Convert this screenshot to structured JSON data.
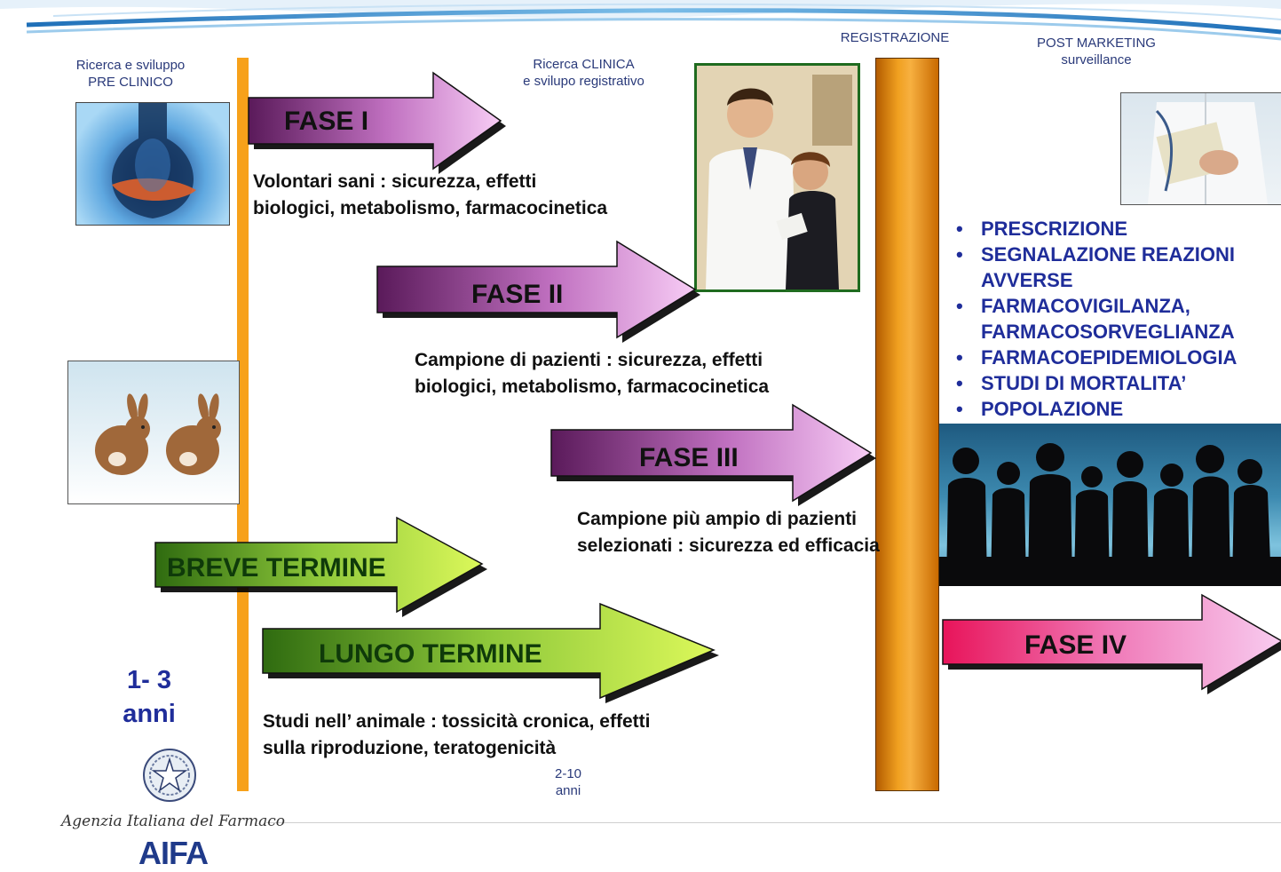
{
  "header": {
    "registrazione": "REGISTRAZIONE",
    "post_marketing": "POST MARKETING",
    "surveillance": "surveillance",
    "preclinico_line1": "Ricerca e sviluppo",
    "preclinico_line2": "PRE CLINICO",
    "clinica_line1": "Ricerca CLINICA",
    "clinica_line2": "e svilupo registrativo"
  },
  "phases": {
    "fase1": {
      "label": "FASE I",
      "desc_line1": "Volontari sani : sicurezza, effetti",
      "desc_line2": "biologici, metabolismo, farmacocinetica"
    },
    "fase2": {
      "label": "FASE II",
      "desc_line1": "Campione di pazienti : sicurezza, effetti",
      "desc_line2": "biologici, metabolismo, farmacocinetica"
    },
    "fase3": {
      "label": "FASE III",
      "desc_line1": "Campione  più ampio di pazienti",
      "desc_line2": "selezionati : sicurezza ed efficacia"
    },
    "fase4": {
      "label": "FASE IV"
    }
  },
  "preclinical": {
    "breve": {
      "label": "BREVE TERMINE"
    },
    "lungo": {
      "label": "LUNGO TERMINE"
    },
    "desc_line1": "Studi nell’ animale :  tossicità cronica, effetti",
    "desc_line2": "sulla riproduzione, teratogenicità"
  },
  "durations": {
    "preclinical_line1": "1- 3",
    "preclinical_line2": "anni",
    "clinical_line1": "2-10",
    "clinical_line2": "anni"
  },
  "post_marketing_list": [
    "PRESCRIZIONE",
    "SEGNALAZIONE REAZIONI AVVERSE",
    "FARMACOVIGILANZA, FARMACOSORVEGLIANZA",
    "FARMACOEPIDEMIOLOGIA",
    "STUDI DI MORTALITA’",
    "POPOLAZIONE"
  ],
  "logo": {
    "agency": "Agenzia Italiana del Farmaco",
    "acronym": "AIFA"
  },
  "colors": {
    "timeline_orange": "#f7a11a",
    "registration_bar": "#e68a10",
    "bullet_blue": "#1f2d9a",
    "phase_arrow_dark": "#5a1a5a",
    "phase_arrow_light": "#f2c2f0",
    "green_dark": "#2f6b10",
    "green_light": "#d8f55a",
    "fase4_dark": "#e8145a",
    "fase4_light": "#f8c8f0"
  }
}
